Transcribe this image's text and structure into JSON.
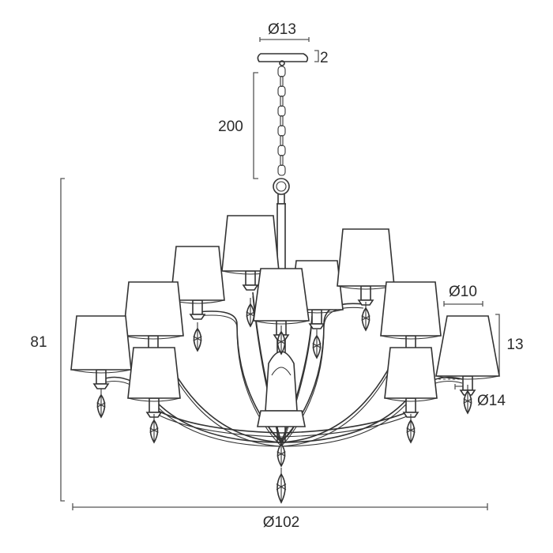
{
  "dimensions": {
    "canopy_diameter": "Ø13",
    "canopy_height": "2",
    "chain_length": "200",
    "body_height": "81",
    "overall_diameter": "Ø102",
    "shade_top_diameter": "Ø10",
    "shade_height": "13",
    "shade_bottom_diameter": "Ø14"
  },
  "colors": {
    "line": "#333333",
    "dimension": "#555555",
    "background": "#ffffff"
  }
}
